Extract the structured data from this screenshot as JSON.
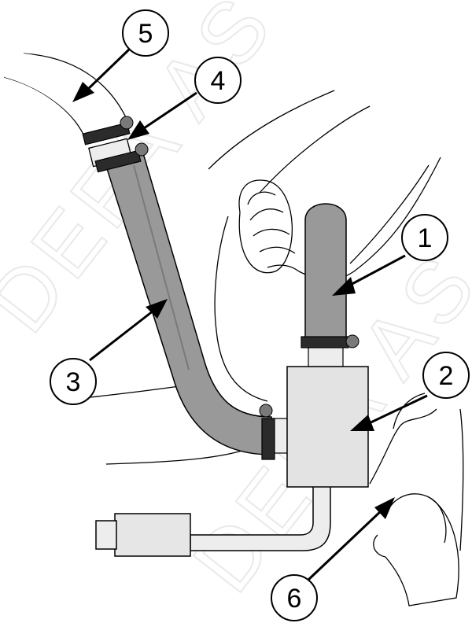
{
  "watermark": "DEFA AS",
  "callouts": {
    "1": "1",
    "2": "2",
    "3": "3",
    "4": "4",
    "5": "5",
    "6": "6"
  },
  "colors": {
    "hose": "#999999",
    "hose_dark": "#7a7a7a",
    "heater_body": "#e3e3e3",
    "clamp": "#2b2b2b",
    "outline": "#000000",
    "background": "#ffffff"
  }
}
